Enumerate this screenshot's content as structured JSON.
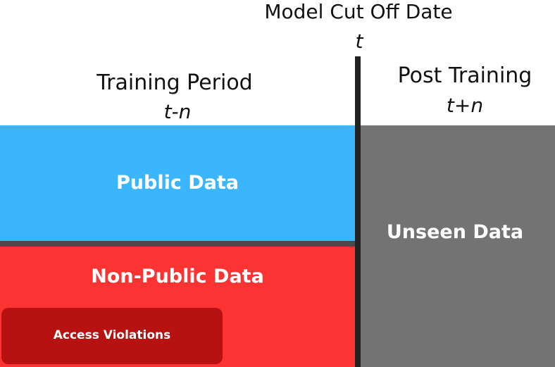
{
  "cutoff": {
    "title": "Model Cut Off Date",
    "symbol": "t"
  },
  "training_period": {
    "title": "Training Period",
    "symbol": "t-n"
  },
  "post_training": {
    "title": "Post Training",
    "symbol": "t+n"
  },
  "blocks": {
    "public": "Public Data",
    "non_public": "Non-Public Data",
    "access_violations": "Access Violations",
    "unseen": "Unseen Data"
  },
  "colors": {
    "public": "#3bb5fb",
    "non_public": "#fb3333",
    "access_violations": "#b81111",
    "unseen": "#737373",
    "divider": "#222222"
  }
}
